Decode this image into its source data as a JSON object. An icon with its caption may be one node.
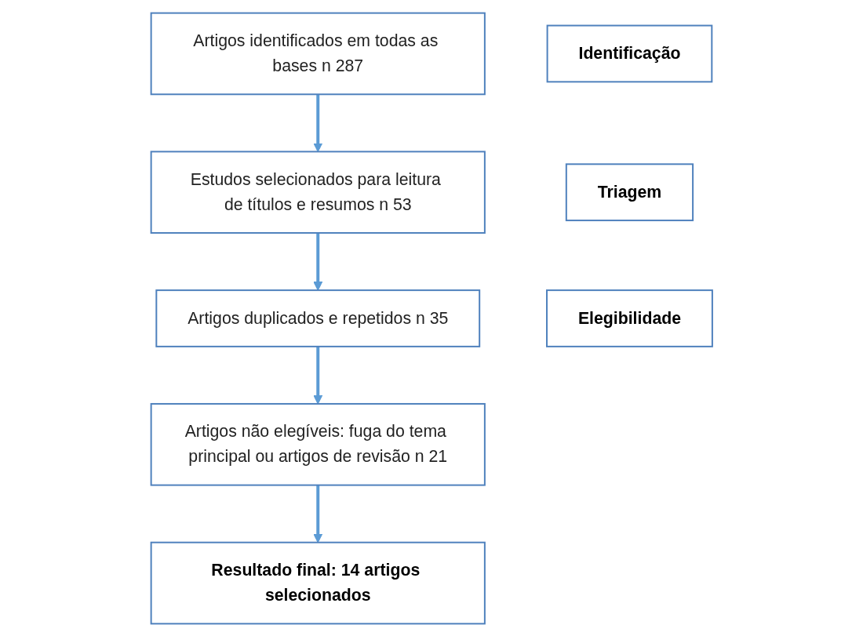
{
  "diagram": {
    "nodes": [
      {
        "text": [
          "Identificação"
        ]
      },
      {
        "text": [
          "Artigos identificados em todas as bases n 287"
        ]
      },
      {
        "text": [
          "Estudos selecionados para leitura de títulos e resumos n 53"
        ]
      },
      {
        "text": [
          "Triagem"
        ]
      },
      {
        "text": [
          "Artigos duplicados e repetidos n 35"
        ]
      },
      {
        "text": [
          "Elegibilidade"
        ]
      },
      {
        "text": [
          "Artigos não elegíveis: fuga do tema principal ou artigos de revisão n 21"
        ]
      },
      {
        "text": [
          "Resultado final: 14 artigos selecionados"
        ]
      }
    ],
    "edges": [
      {
        "from": 1,
        "to": 2,
        "arrow": "to"
      },
      {
        "from": 2,
        "to": 4,
        "arrow": "to"
      },
      {
        "from": 4,
        "to": 6,
        "arrow": "to"
      },
      {
        "from": 6,
        "to": 7,
        "arrow": "to"
      }
    ]
  }
}
